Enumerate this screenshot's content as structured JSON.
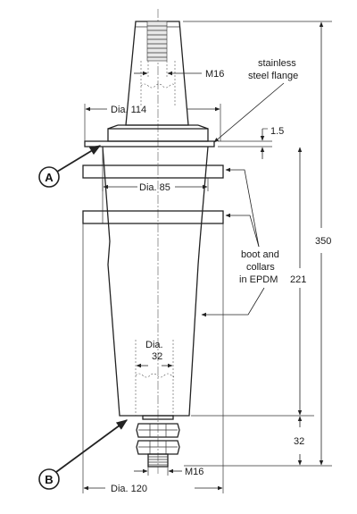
{
  "labels": {
    "m16_top": "M16",
    "dia_114": "Dia. 114",
    "stainless_line1": "stainless",
    "stainless_line2": "steel flange",
    "dim_1_5": "1.5",
    "dia_85": "Dia. 85",
    "boot_line1": "boot and",
    "boot_line2": "collars",
    "boot_line3": "in EPDM",
    "dim_350": "350",
    "dim_221": "221",
    "dia_32_line1": "Dia.",
    "dia_32_line2": "32",
    "dim_32": "32",
    "m16_bottom": "M16",
    "dia_120": "Dia. 120",
    "marker_a": "A",
    "marker_b": "B"
  },
  "colors": {
    "line": "#222222",
    "background": "#ffffff"
  }
}
